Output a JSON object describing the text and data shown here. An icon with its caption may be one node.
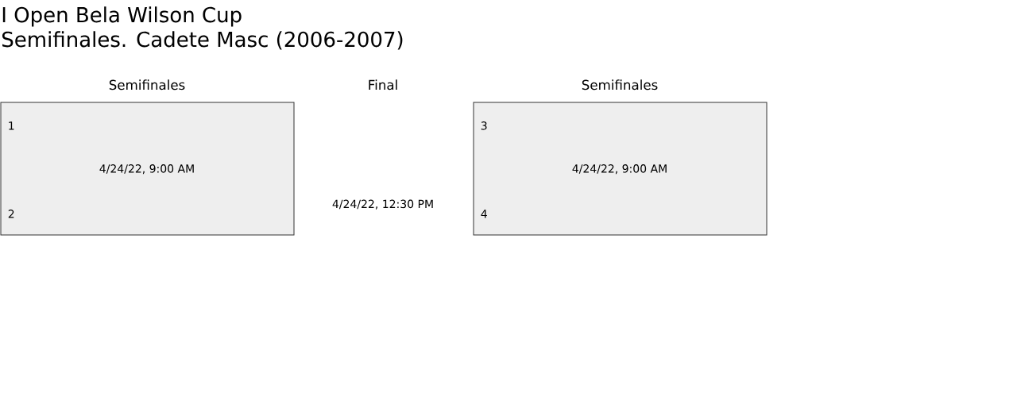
{
  "diagram": {
    "title": "I Open Bela Wilson Cup",
    "nodes": [
      {
        "text": [
          "1",
          "4/24/22, 9:00 AM",
          "2"
        ]
      },
      {
        "text": [
          "3",
          "4/24/22, 9:00 AM",
          "4"
        ]
      }
    ],
    "labels": [
      "Semifinales. Cadete Masc (2006-2007)",
      "Semifinales",
      "Final",
      "Semifinales",
      "4/24/22, 12:30 PM"
    ]
  }
}
